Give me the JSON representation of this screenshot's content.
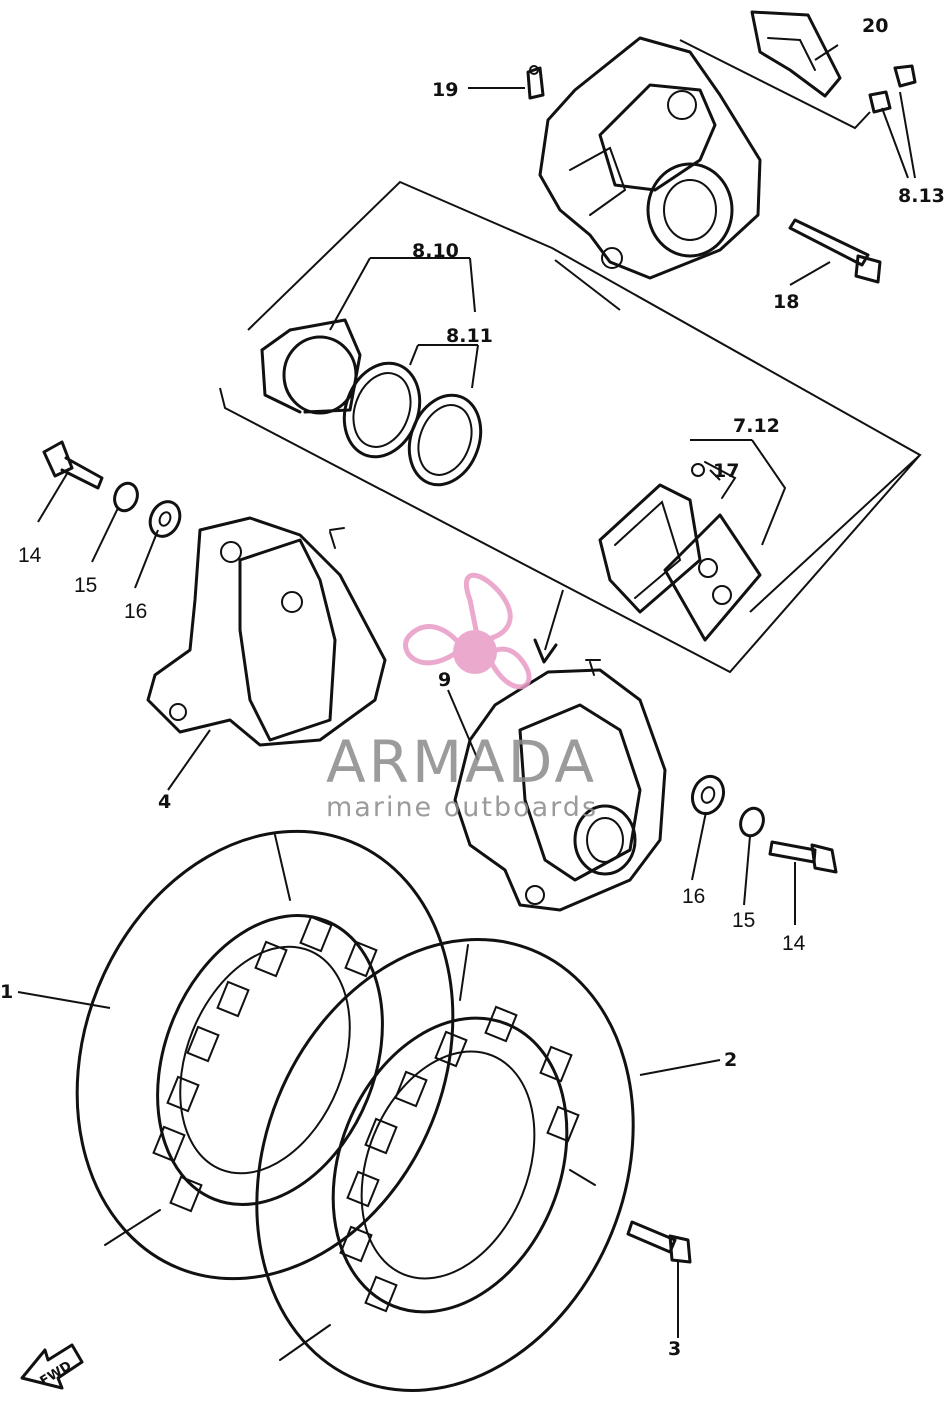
{
  "callouts": {
    "c1": "1",
    "c2": "2",
    "c3": "3",
    "c4": "4",
    "c9": "9",
    "c14a": "14",
    "c14b": "14",
    "c15a": "15",
    "c15b": "15",
    "c16a": "16",
    "c16b": "16",
    "c17": "17",
    "c18": "18",
    "c19": "19",
    "c20": "20",
    "c712": "7.12",
    "c810": "8.10",
    "c811": "8.11",
    "c813": "8.13"
  },
  "fwd_label": "FWD",
  "watermark": {
    "title": "ARMADA",
    "subtitle": "marine outboards",
    "accent_color": "#e89bc6",
    "text_color": "#8a8a8a"
  }
}
